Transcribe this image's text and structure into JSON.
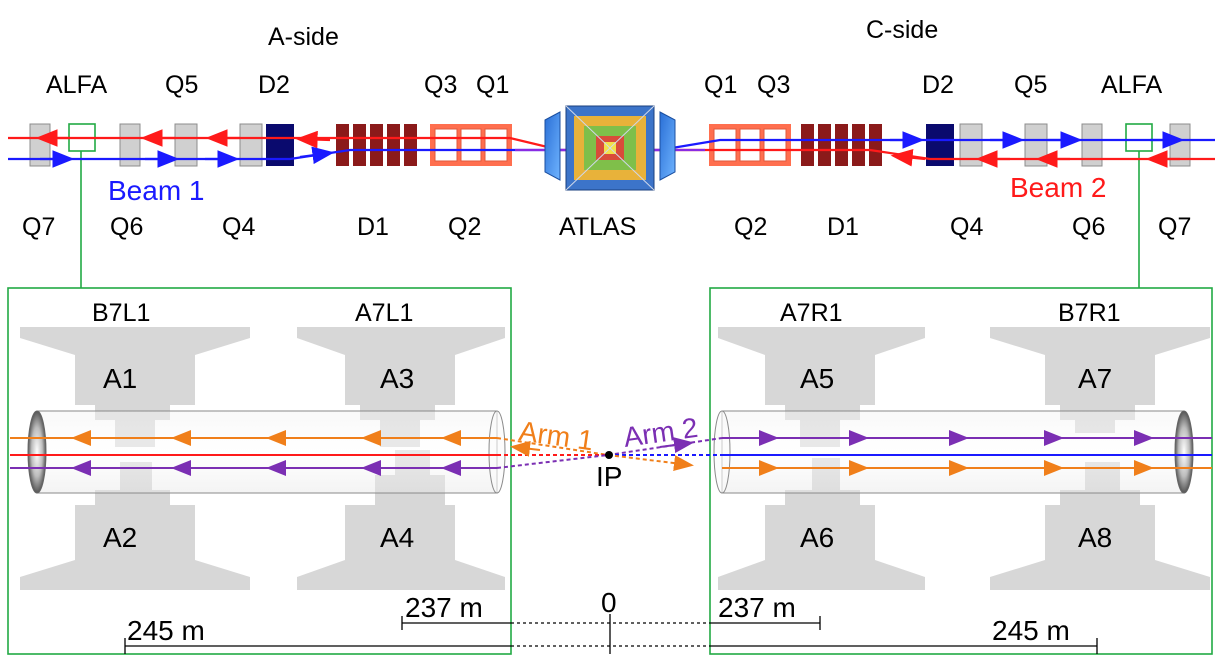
{
  "title_left": "A-side",
  "title_right": "C-side",
  "top_labels_left": [
    "ALFA",
    "Q5",
    "D2",
    "Q3",
    "Q1"
  ],
  "top_labels_right": [
    "Q1",
    "Q3",
    "D2",
    "Q5",
    "ALFA"
  ],
  "bottom_labels_left": [
    "Q7",
    "Q6",
    "Q4",
    "D1",
    "Q2"
  ],
  "center_label": "ATLAS",
  "bottom_labels_right": [
    "Q2",
    "D1",
    "Q4",
    "Q6",
    "Q7"
  ],
  "beam1_label": "Beam 1",
  "beam2_label": "Beam 2",
  "stations_left": [
    "B7L1",
    "A7L1"
  ],
  "stations_right": [
    "A7R1",
    "B7R1"
  ],
  "pots_left_top": [
    "A1",
    "A3"
  ],
  "pots_left_bottom": [
    "A2",
    "A4"
  ],
  "pots_right_top": [
    "A5",
    "A7"
  ],
  "pots_right_bottom": [
    "A6",
    "A8"
  ],
  "arm1_label": "Arm 1",
  "arm2_label": "Arm 2",
  "ip_label": "IP",
  "distances": {
    "left_outer": "245 m",
    "left_inner": "237 m",
    "zero": "0",
    "right_inner": "237 m",
    "right_outer": "245 m"
  },
  "colors": {
    "beam1": "#1a1aff",
    "beam2": "#ff1a1a",
    "arm1": "#f07f1a",
    "arm2": "#7b2fb3",
    "frame": "#22aa44",
    "dipole": "#8b1a1a",
    "d2": "#0a0a6e",
    "q2": "#f0806a"
  },
  "icons": [
    "atlas-detector-icon"
  ]
}
